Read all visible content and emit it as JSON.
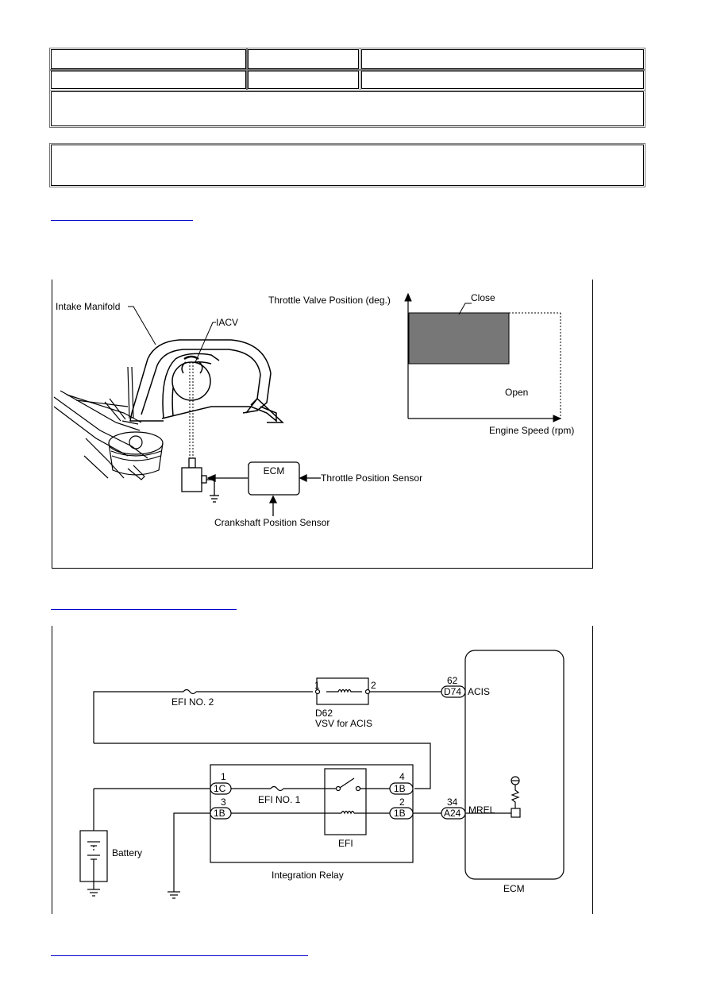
{
  "system_diagram": {
    "labels": {
      "intake_manifold": "Intake Manifold",
      "iacv": "IACV",
      "ecm": "ECM",
      "throttle_position_sensor": "Throttle Position Sensor",
      "crankshaft_position_sensor": "Crankshaft Position Sensor"
    },
    "graph": {
      "ylabel": "Throttle Valve Position (deg.)",
      "xlabel": "Engine Speed (rpm)",
      "close_label": "Close",
      "open_label": "Open"
    }
  },
  "wiring_diagram": {
    "fuses": {
      "efi_no2": "EFI NO. 2",
      "efi_no1": "EFI NO. 1"
    },
    "vsv": {
      "pin1": "1",
      "pin2": "2",
      "connector": "D62",
      "name": "VSV for ACIS"
    },
    "ecm": {
      "name": "ECM",
      "acis_pin": "62",
      "acis_connector": "D74",
      "acis_label": "ACIS",
      "mrel_pin": "34",
      "mrel_connector": "A24",
      "mrel_label": "MREL"
    },
    "relay": {
      "name": "Integration Relay",
      "efi_label": "EFI",
      "pin1": "1",
      "conn1": "1C",
      "pin3": "3",
      "conn3": "1B",
      "pin4": "4",
      "conn4": "1B",
      "pin2": "2",
      "conn2": "1B"
    },
    "battery": "Battery"
  }
}
